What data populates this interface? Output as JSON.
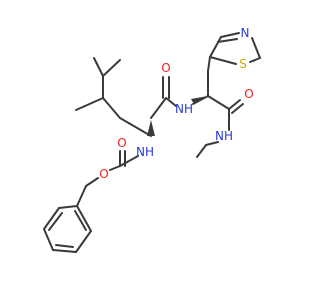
{
  "molecule": {
    "colors": {
      "bond": "#3a3a3a",
      "oxygen": "#e8231f",
      "nitrogen": "#2a3ad4",
      "sulfur": "#c9a800",
      "background": "#ffffff"
    },
    "atoms": {
      "carbamate_o_ester": "O",
      "carbamate_o_carbonyl": "O",
      "carbamate_nh": "NH",
      "leu_carbonyl_o": "O",
      "peptide_nh": "NH",
      "amide_o": "O",
      "methylamide_nh": "NH",
      "thiazole_n": "N",
      "thiazole_s": "S"
    }
  }
}
